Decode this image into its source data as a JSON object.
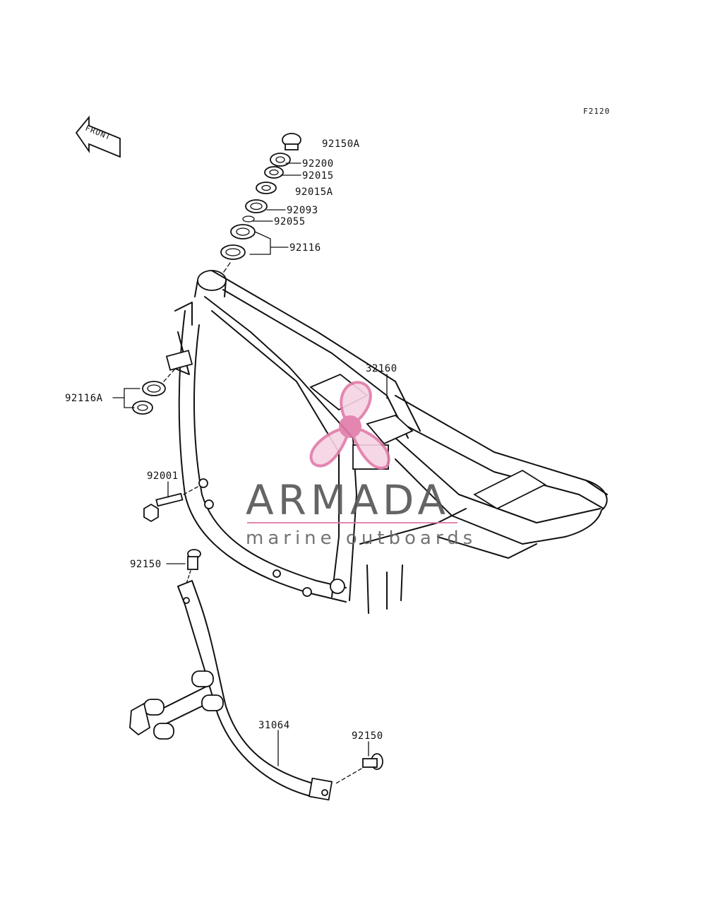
{
  "diagram_code": "F2120",
  "front_label": "FRONT",
  "parts": {
    "p92150A": "92150A",
    "p92200": "92200",
    "p92015": "92015",
    "p92015A": "92015A",
    "p92093": "92093",
    "p92055": "92055",
    "p92116": "92116",
    "p32160": "32160",
    "p92116A": "92116A",
    "p92001": "92001",
    "p92150_a": "92150",
    "p31064": "31064",
    "p92150_b": "92150"
  },
  "watermark": {
    "brand": "ARMADA",
    "tagline": "marine outboards",
    "text_color": "#555555",
    "accent_color": "#e07aa8"
  }
}
